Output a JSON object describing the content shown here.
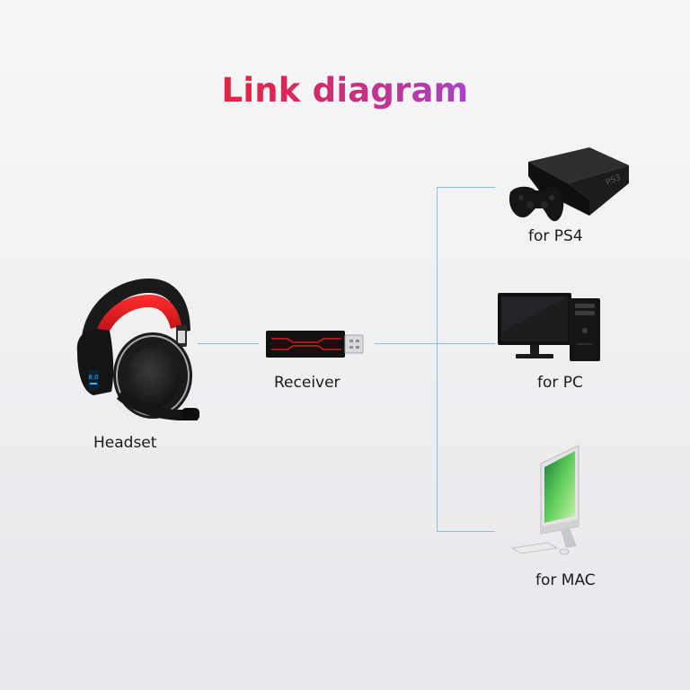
{
  "title": "Link diagram",
  "nodes": {
    "headset": {
      "label": "Headset",
      "icon": "headset-icon"
    },
    "receiver": {
      "label": "Receiver",
      "icon": "usb-receiver-icon"
    },
    "ps4": {
      "label": "for PS4",
      "icon": "game-console-icon"
    },
    "pc": {
      "label": "for PC",
      "icon": "desktop-pc-icon"
    },
    "mac": {
      "label": "for MAC",
      "icon": "imac-icon"
    }
  },
  "colors": {
    "connector": "#7cc3e6",
    "title_start": "#e8223c",
    "title_end": "#a743c4",
    "accent_red": "#d8151d"
  }
}
